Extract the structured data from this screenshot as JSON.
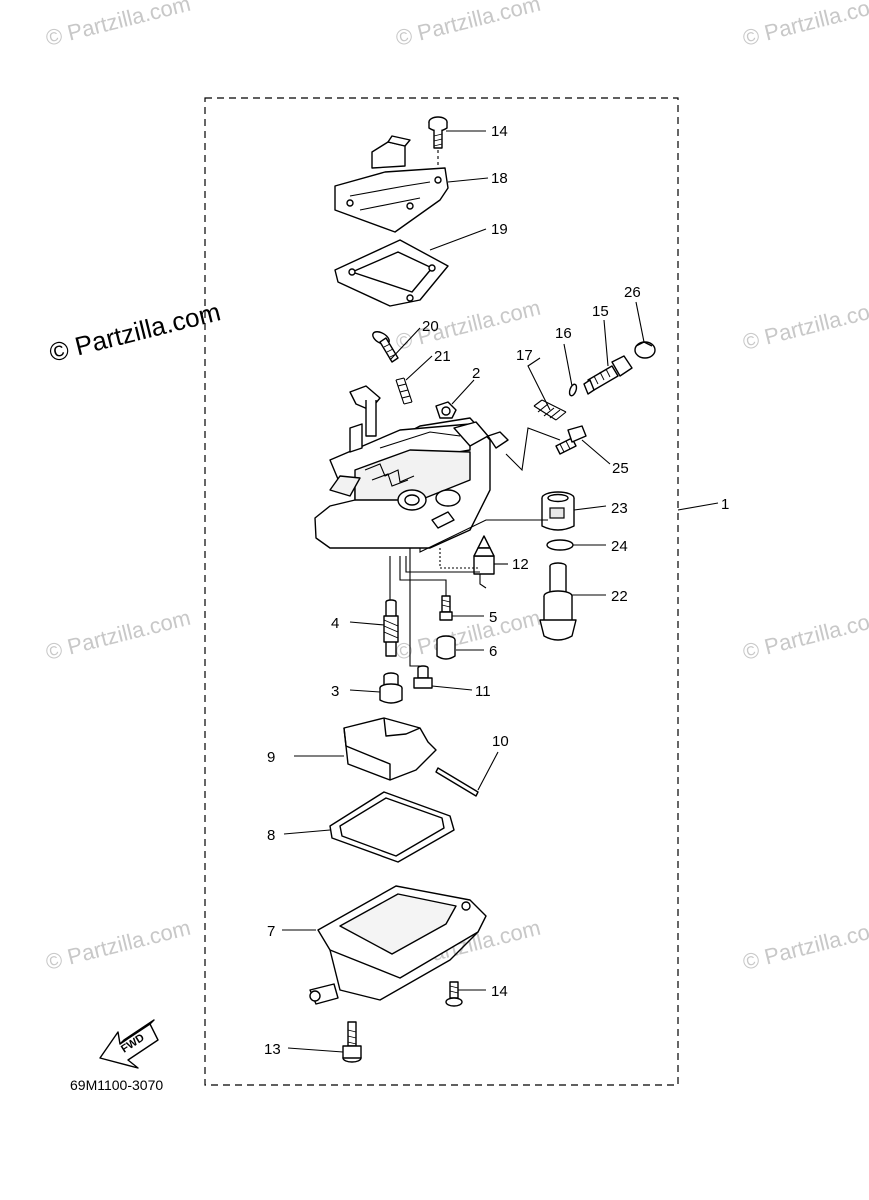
{
  "watermark": {
    "corner_text": "© Partzilla.com",
    "inline_text": "© Partzilla.com"
  },
  "diagram": {
    "drawing_code": "69M1100-3070",
    "fwd_label": "FWD",
    "callouts": {
      "c1": "1",
      "c2": "2",
      "c3": "3",
      "c4": "4",
      "c5": "5",
      "c6": "6",
      "c7": "7",
      "c8": "8",
      "c9": "9",
      "c10": "10",
      "c11": "11",
      "c12": "12",
      "c13": "13",
      "c14a": "14",
      "c14b": "14",
      "c15": "15",
      "c16": "16",
      "c17": "17",
      "c18": "18",
      "c19": "19",
      "c20": "20",
      "c21": "21",
      "c22": "22",
      "c23": "23",
      "c24": "24",
      "c25": "25",
      "c26": "26"
    }
  }
}
